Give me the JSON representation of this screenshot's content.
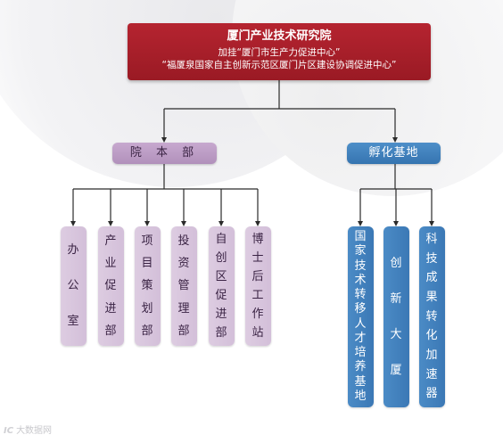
{
  "root": {
    "title": "厦门产业技术研究院",
    "line2": "加挂“厦门市生产力促进中心”",
    "line3": "“福厦泉国家自主创新示范区厦门片区建设协调促进中心”"
  },
  "branches": [
    {
      "label": "院 本 部",
      "children": [
        {
          "label": "办公室"
        },
        {
          "label": "产业促进部"
        },
        {
          "label": "项目策划部"
        },
        {
          "label": "投资管理部"
        },
        {
          "label": "自创区促进部"
        },
        {
          "label": "博士后工作站"
        }
      ]
    },
    {
      "label": "孵化基地",
      "children": [
        {
          "label": "国家技术转移人才培养基地"
        },
        {
          "label": "创新大厦"
        },
        {
          "label": "科技成果转化加速器"
        }
      ]
    }
  ],
  "colors": {
    "root": "#a91f2b",
    "left_branch": "#bb9bc5",
    "left_leaf": "#d8c6dd",
    "right_branch": "#3f7fbd",
    "right_leaf": "#4382bf",
    "connector": "#2a2a2a"
  },
  "watermark": {
    "logo": "IC",
    "text": "大数据网"
  }
}
